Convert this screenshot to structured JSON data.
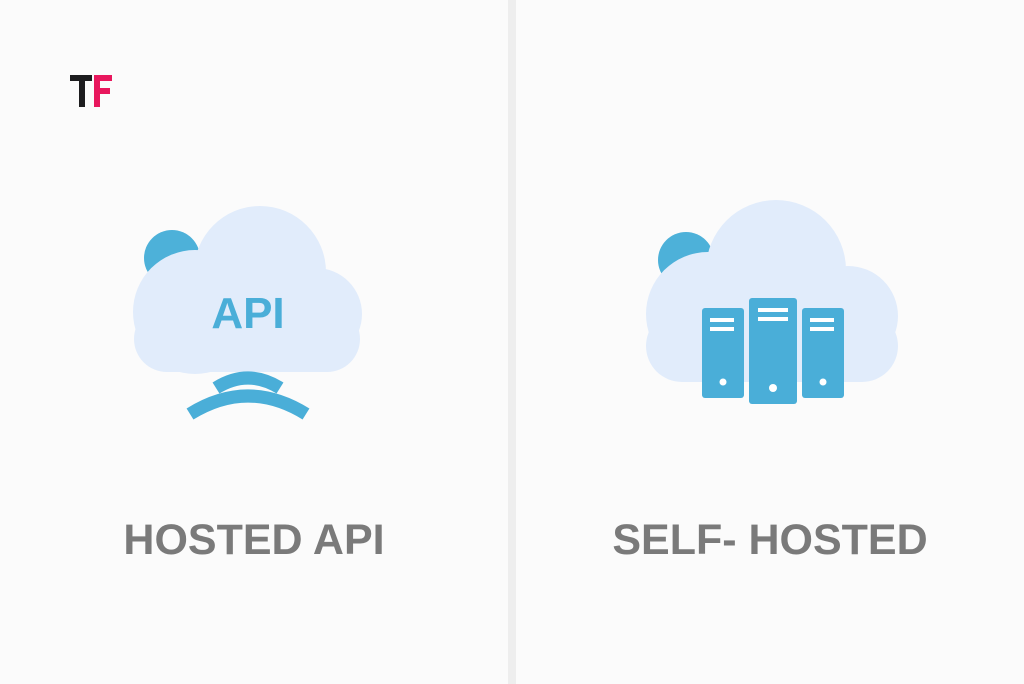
{
  "logo": {
    "icon": "tf-logo-icon",
    "colors": {
      "dark": "#1c1c1e",
      "accent": "#e8175d"
    }
  },
  "panels": {
    "left": {
      "caption": "HOSTED API",
      "cloud_label": "API",
      "icons": [
        "cloud-icon",
        "wifi-signal-icon"
      ]
    },
    "right": {
      "caption": "SELF- HOSTED",
      "icons": [
        "cloud-icon",
        "server-rack-icon"
      ]
    }
  },
  "colors": {
    "cloud": "#e1ecfb",
    "cloud_accent": "#4db1d9",
    "icon_blue": "#4aaed8",
    "caption": "#7a7a7a",
    "divider": "#eeeeee"
  }
}
